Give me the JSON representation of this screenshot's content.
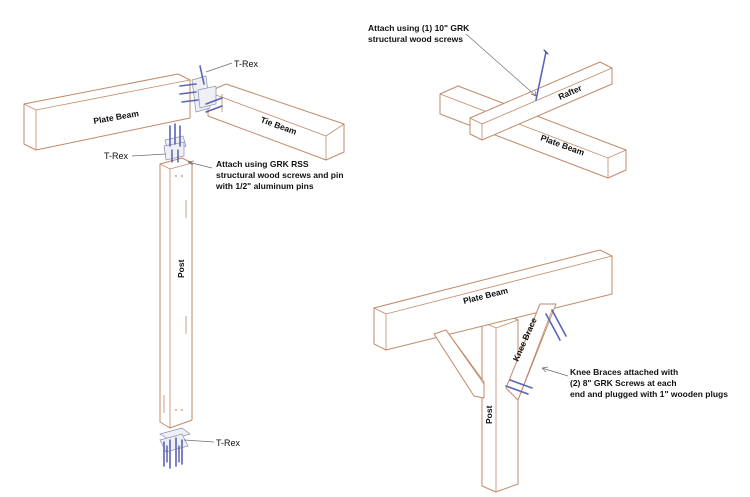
{
  "labels": {
    "plate_beam": "Plate Beam",
    "tie_beam": "Tie Beam",
    "post": "Post",
    "rafter": "Rafter",
    "knee_brace": "Knee Brace",
    "t_rex": "T-Rex"
  },
  "notes": {
    "plate_connection": [
      "Attach using  GRK RSS",
      "structural wood screws and pin",
      "with 1/2\" aluminum pins"
    ],
    "rafter_connection": [
      "Attach using (1) 10\" GRK",
      "structural wood screws"
    ],
    "knee_brace_connection": [
      "Knee Braces attached with",
      "(2) 8\" GRK Screws  at each",
      "end and plugged with 1\" wooden plugs"
    ]
  },
  "colors": {
    "wood_outline": "#c08a6a",
    "screw": "#5a64b8",
    "leader": "#6d6d6d"
  }
}
